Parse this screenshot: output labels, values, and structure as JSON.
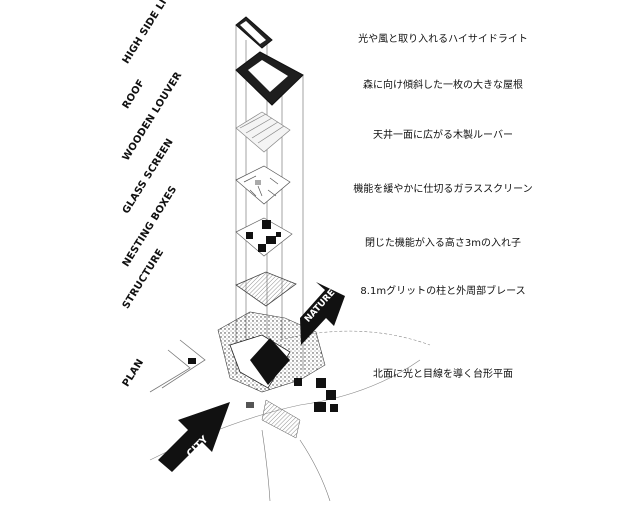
{
  "layers": [
    {
      "label": "HIGH SIDE LIGHT",
      "desc": "光や風と取り入れるハイサイドライト"
    },
    {
      "label": "ROOF",
      "desc": "森に向け傾斜した一枚の大きな屋根"
    },
    {
      "label": "WOODEN LOUVER",
      "desc": "天井一面に広がる木製ルーバー"
    },
    {
      "label": "GLASS SCREEN",
      "desc": "機能を緩やかに仕切るガラススクリーン"
    },
    {
      "label": "NESTING BOXES",
      "desc": "閉じた機能が入る高さ3mの入れ子"
    },
    {
      "label": "STRUCTURE",
      "desc": "8.1mグリットの柱と外周部ブレース"
    },
    {
      "label": "PLAN",
      "desc": "北面に光と目線を導く台形平面"
    }
  ],
  "arrows": {
    "nature": "NATURE",
    "city": "CITY"
  }
}
